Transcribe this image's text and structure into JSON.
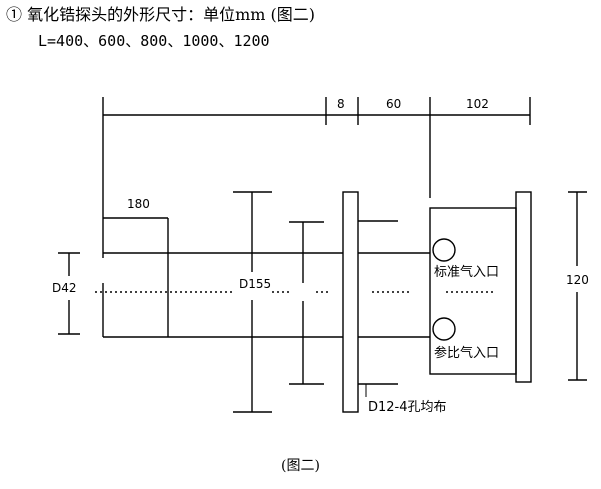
{
  "header": {
    "title": "① 氧化锆探头的外形尺寸：单位mm (图二)",
    "lengths": "L=400、600、800、1000、1200"
  },
  "dimensions": {
    "d8": "8",
    "d60": "60",
    "d102": "102",
    "d180": "180",
    "d42": "D42",
    "d155": "D155",
    "d120": "120",
    "holes": "D12-4孔均布"
  },
  "ports": {
    "reference_in": "标准气入口",
    "sample_in": "参比气入口"
  },
  "caption": "(图二)"
}
